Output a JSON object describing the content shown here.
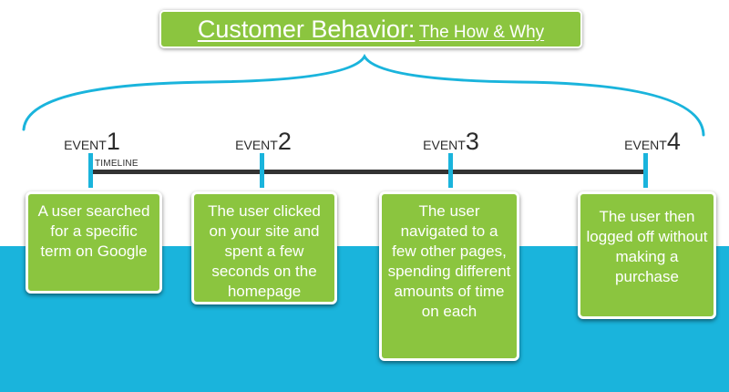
{
  "title": {
    "main": "Customer Behavior:",
    "sub": "The How & Why"
  },
  "timeline_label": "TIMELINE",
  "events": [
    {
      "word": "EVENT",
      "number": "1",
      "text": "A user searched for a specific term on Google"
    },
    {
      "word": "EVENT",
      "number": "2",
      "text": "The user clicked on your site and spent a few seconds on the homepage"
    },
    {
      "word": "EVENT",
      "number": "3",
      "text": "The user navigated to a few other pages, spending different amounts of time on each"
    },
    {
      "word": "EVENT",
      "number": "4",
      "text": "The user then logged off without making a purchase"
    }
  ],
  "colors": {
    "green": "#8bc53f",
    "blue": "#1ab4dc",
    "line": "#333333",
    "text_dark": "#2b2b2b"
  }
}
